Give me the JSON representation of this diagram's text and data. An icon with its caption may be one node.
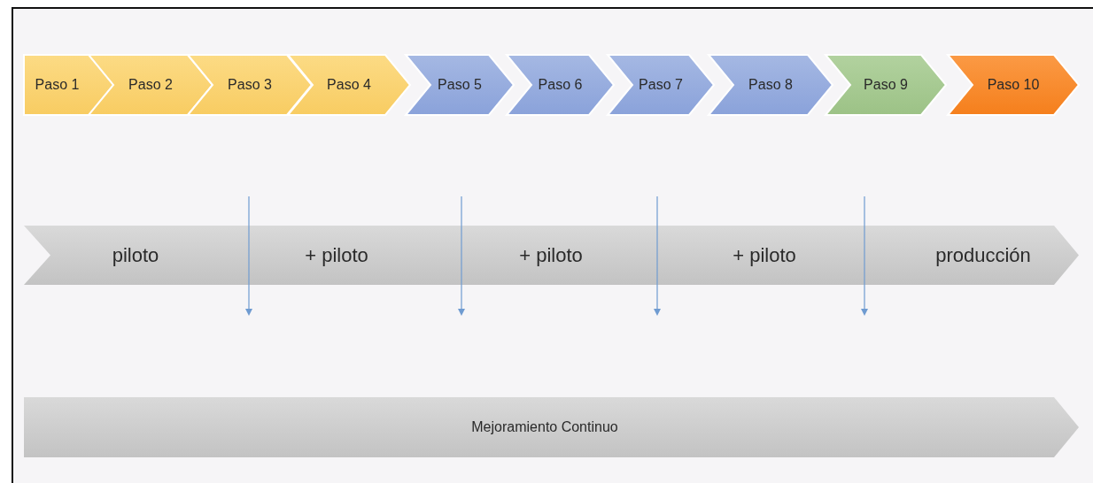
{
  "diagram": {
    "nodes": [
      {
        "text": [
          "Paso 1"
        ]
      },
      {
        "text": [
          "Paso 2"
        ]
      },
      {
        "text": [
          "Paso 3"
        ]
      },
      {
        "text": [
          "Paso 4"
        ]
      },
      {
        "text": [
          "Paso 5"
        ]
      },
      {
        "text": [
          "Paso 6"
        ]
      },
      {
        "text": [
          "Paso 7"
        ]
      },
      {
        "text": [
          "Paso 8"
        ]
      },
      {
        "text": [
          "Paso 9"
        ]
      },
      {
        "text": [
          "Paso 10"
        ]
      },
      {
        "text": [
          "piloto",
          "+ piloto",
          "+ piloto",
          "+ piloto",
          "producción"
        ]
      },
      {
        "text": [
          "Mejoramiento Continuo"
        ]
      }
    ],
    "edges": []
  }
}
